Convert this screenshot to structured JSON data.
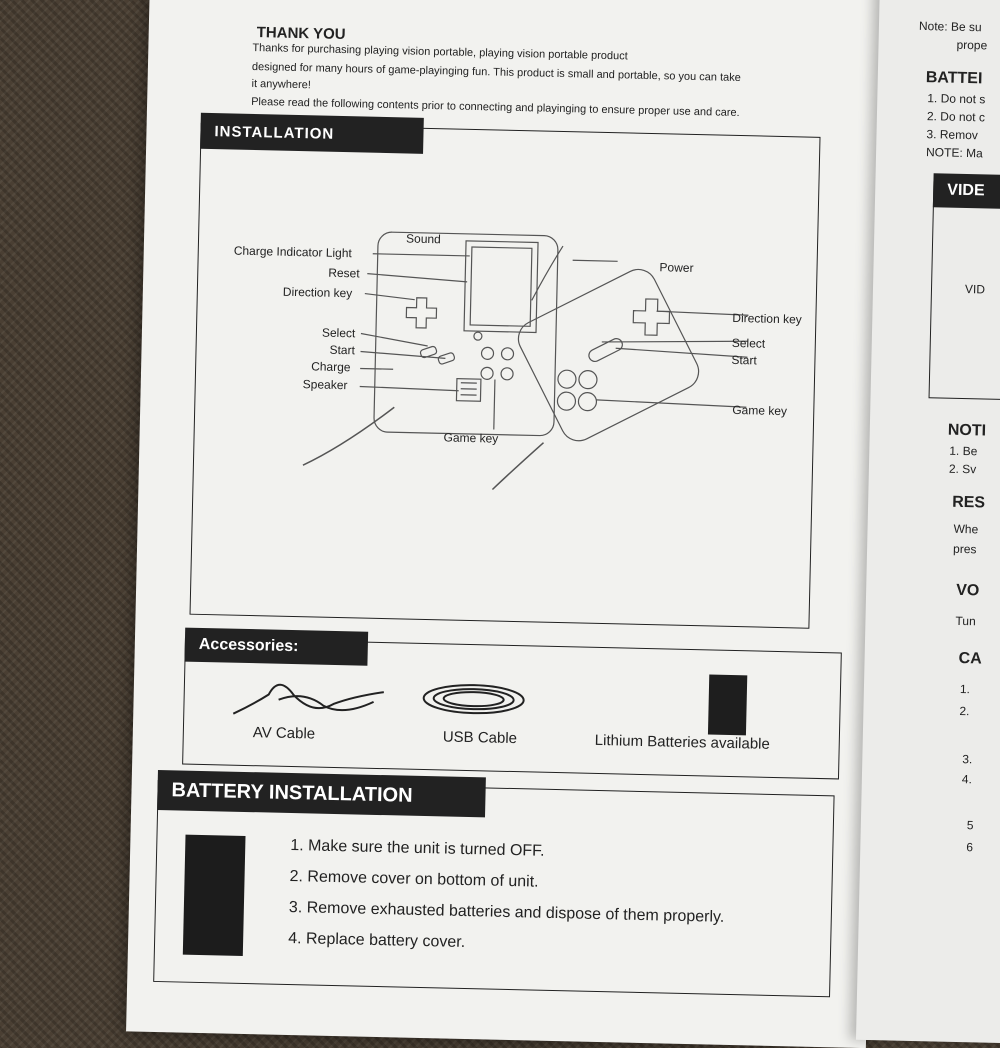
{
  "intro": {
    "title": "THANK YOU",
    "lines": [
      "Thanks for purchasing playing vision portable, playing vision portable product",
      "designed for many hours of game-playinging fun. This product is small and portable, so you can take",
      "it anywhere!",
      "Please read the following contents prior to connecting and playinging to ensure proper use and care."
    ]
  },
  "installation": {
    "heading": "INSTALLATION",
    "labels": {
      "sound": "Sound",
      "charge_indicator": "Charge Indicator Light",
      "reset": "Reset",
      "direction_key_left": "Direction key",
      "select_left": "Select",
      "start_left": "Start",
      "charge": "Charge",
      "speaker": "Speaker",
      "game_key_left": "Game key",
      "power": "Power",
      "direction_key_right": "Direction key",
      "select_right": "Select",
      "start_right": "Start",
      "game_key_right": "Game key"
    }
  },
  "accessories": {
    "heading": "Accessories:",
    "items": [
      "AV Cable",
      "USB Cable",
      "Lithium Batteries available"
    ]
  },
  "battery": {
    "heading": "BATTERY INSTALLATION",
    "steps": [
      "1. Make sure the unit is turned OFF.",
      "2. Remove cover on bottom of unit.",
      "3. Remove exhausted batteries and dispose of them properly.",
      "4. Replace battery cover."
    ]
  },
  "right_page": {
    "note_top": [
      "Note: Be su",
      "prope"
    ],
    "batter_heading": "BATTEI",
    "batter_lines": [
      "1. Do not s",
      "2. Do not c",
      "3. Remov",
      "NOTE: Ma"
    ],
    "video_heading": "VIDE",
    "video_text": "VID",
    "notice_heading": "NOTI",
    "notice_lines": [
      "1.  Be",
      "2.  Sv"
    ],
    "reset_heading": "RES",
    "reset_lines": [
      "Whe",
      "pres"
    ],
    "volume_heading": "VO",
    "volume_line": "Tun",
    "ca_heading": "CA",
    "ca_lines": [
      "1.",
      "2.",
      "3.",
      "4.",
      "5",
      "6"
    ]
  }
}
